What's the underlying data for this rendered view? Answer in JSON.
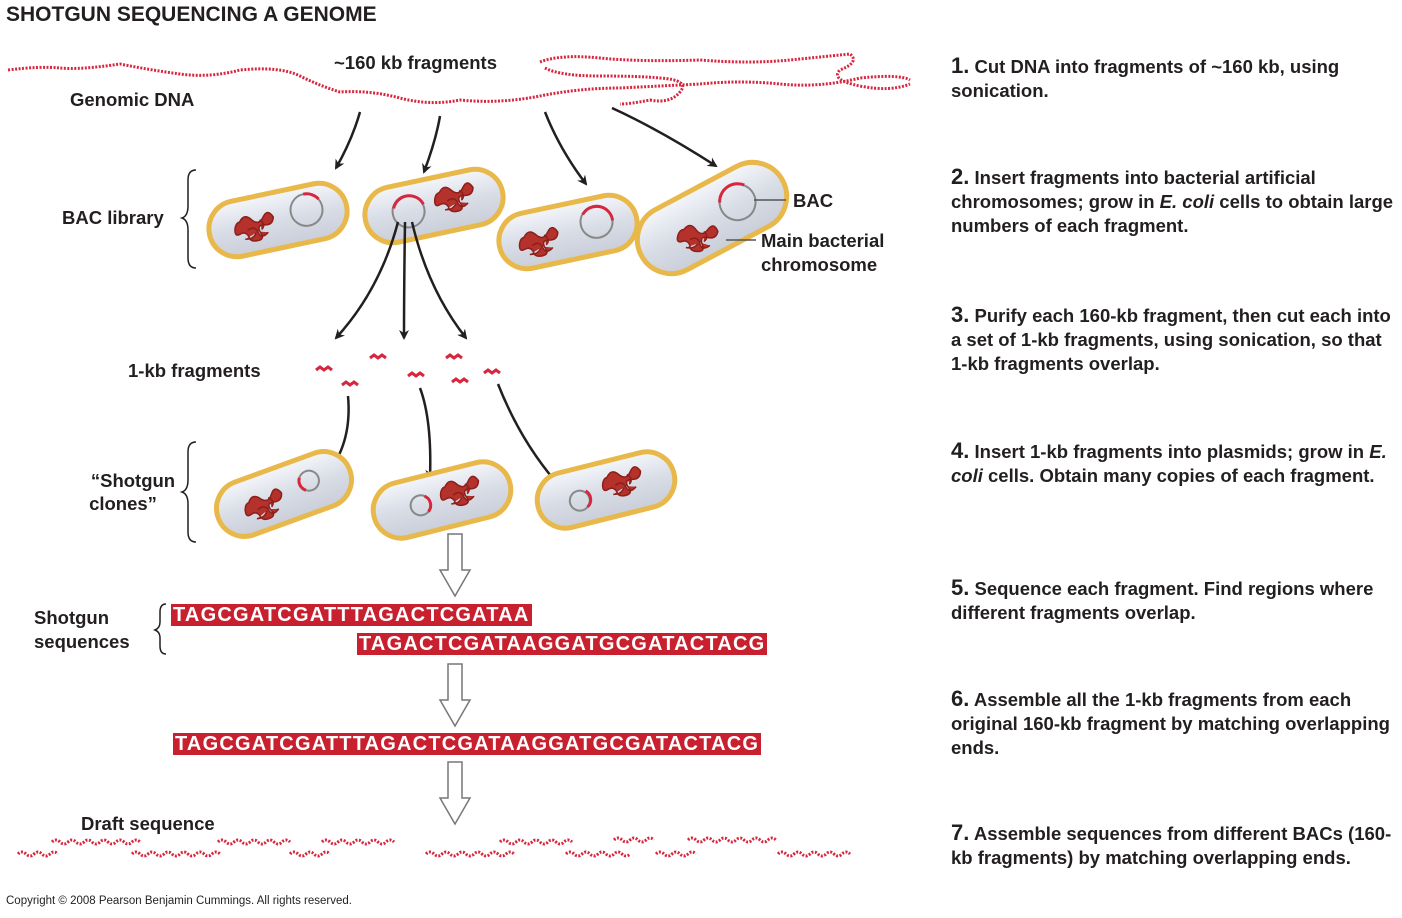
{
  "title": "SHOTGUN SEQUENCING A GENOME",
  "diagram": {
    "labels": {
      "fragments_160kb": "~160 kb fragments",
      "genomic_dna": "Genomic DNA",
      "bac_library": "BAC library",
      "bac": "BAC",
      "main_chromosome_line1": "Main bacterial",
      "main_chromosome_line2": "chromosome",
      "fragments_1kb": "1-kb fragments",
      "shotgun_clones_line1": "“Shotgun",
      "shotgun_clones_line2": "clones”",
      "shotgun_sequences_line1": "Shotgun",
      "shotgun_sequences_line2": "sequences",
      "draft_sequence": "Draft sequence"
    },
    "sequences": {
      "read_1": "TAGCGATCGATTTAGACTCGATAA",
      "read_2": "TAGACTCGATAAGGATGCGATACTACG",
      "assembled": "TAGCGATCGATTTAGACTCGATAAGGATGCGATACTACG"
    },
    "colors": {
      "dna_red": "#d7263d",
      "sequence_bar": "#c8202f",
      "cell_wall": "#e8b84a",
      "cytoplasm": "#d9dde6",
      "chromosome": "#b5312b"
    }
  },
  "steps": [
    {
      "number": "1.",
      "text": "Cut DNA into fragments of ~160 kb, using sonication."
    },
    {
      "number": "2.",
      "text_before": "Insert fragments into bacterial artificial chromosomes; grow in ",
      "italic": "E. coli",
      "text_after": " cells to obtain large numbers of each fragment."
    },
    {
      "number": "3.",
      "text": "Purify each 160-kb fragment, then cut each into a set of 1-kb fragments, using sonication, so that 1-kb fragments overlap."
    },
    {
      "number": "4.",
      "text_before": "Insert 1-kb fragments into plasmids; grow in ",
      "italic": "E. coli",
      "text_after": " cells. Obtain many copies of each fragment."
    },
    {
      "number": "5.",
      "text": "Sequence each fragment. Find regions where different fragments overlap."
    },
    {
      "number": "6.",
      "text": "Assemble all the 1-kb fragments from each original 160-kb fragment by matching overlapping ends."
    },
    {
      "number": "7.",
      "text": "Assemble sequences from different BACs (160-kb fragments) by matching overlapping ends."
    }
  ],
  "copyright": "Copyright © 2008 Pearson Benjamin Cummings. All rights reserved."
}
